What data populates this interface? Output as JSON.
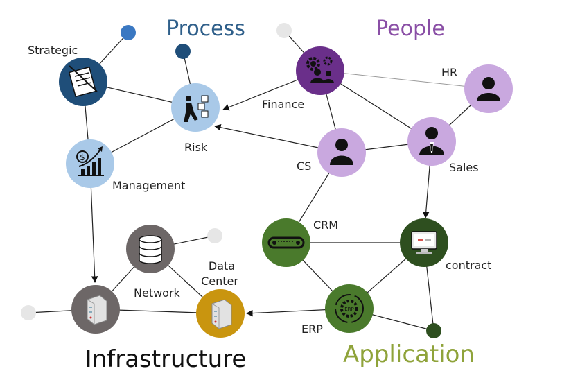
{
  "sections": {
    "process": "Process",
    "people": "People",
    "infrastructure": "Infrastructure",
    "application": "Application"
  },
  "colors": {
    "process": "#2f5f8a",
    "people": "#8a4fa6",
    "infrastructure": "#111111",
    "application": "#8fa33a",
    "process_node_light": "#a9c9e8",
    "process_node_dark": "#1f4e79",
    "people_node_dark": "#6a2f8a",
    "people_node_light": "#c9a8df",
    "app_node": "#4a7a2c",
    "app_node_dark": "#2e4f1f",
    "infra_node": "#6d6767",
    "datacenter_node": "#c9950f",
    "placeholder_node": "#e6e6e6"
  },
  "nodes": {
    "strategic": {
      "label": "Strategic",
      "icon": "document-icon"
    },
    "risk": {
      "label": "Risk",
      "icon": "risk-blocks-icon"
    },
    "management": {
      "label": "Management",
      "icon": "growth-chart-icon"
    },
    "finance": {
      "label": "Finance",
      "icon": "people-gear-icon"
    },
    "hr": {
      "label": "HR",
      "icon": "person-icon"
    },
    "cs": {
      "label": "CS",
      "icon": "person-icon"
    },
    "sales": {
      "label": "Sales",
      "icon": "businessman-icon"
    },
    "crm": {
      "label": "CRM",
      "icon": "conveyor-icon"
    },
    "contract": {
      "label": "contract",
      "icon": "monitor-icon"
    },
    "erp": {
      "label": "ERP",
      "icon": "erp-cycle-icon"
    },
    "network": {
      "label": "Network",
      "icon": "database-icon"
    },
    "datacenter": {
      "label1": "Data",
      "label2": "Center",
      "icon": "server-icon"
    },
    "infra_server": {
      "icon": "server-icon"
    }
  }
}
